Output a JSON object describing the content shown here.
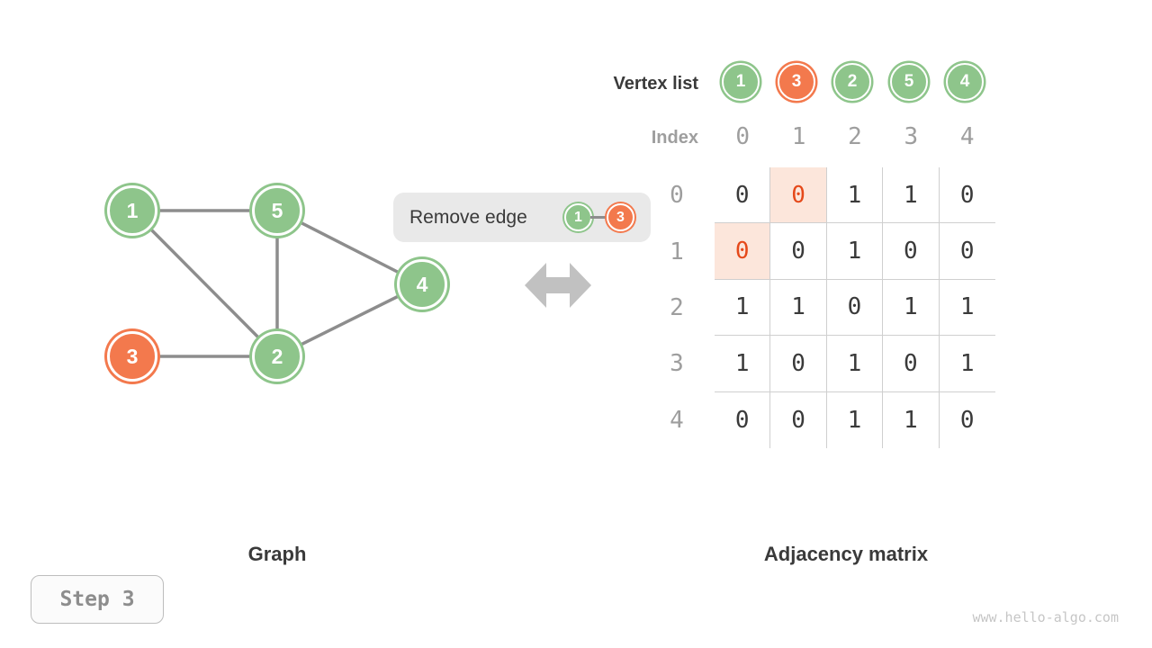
{
  "colors": {
    "green": "#8ec58b",
    "orange": "#f3794d",
    "red": "#e5491a",
    "highlight_bg": "#fce6db",
    "edge_gray": "#8d8d8d",
    "arrow_gray": "#c1c1c1",
    "chip_bg": "#e9e9e9",
    "grid_line": "#cfcfcf",
    "text_dark": "#3a3a3a",
    "text_gray": "#9e9e9e",
    "step_border": "#bdbdbd",
    "step_bg": "#fbfbfb",
    "step_text": "#8d8d8d",
    "watermark_gray": "#c6c6c6"
  },
  "graph": {
    "title": "Graph",
    "vertices": [
      {
        "label": "1",
        "color": "green"
      },
      {
        "label": "5",
        "color": "green"
      },
      {
        "label": "4",
        "color": "green"
      },
      {
        "label": "3",
        "color": "orange"
      },
      {
        "label": "2",
        "color": "green"
      }
    ],
    "edges": [
      [
        "1",
        "5"
      ],
      [
        "1",
        "2"
      ],
      [
        "5",
        "2"
      ],
      [
        "5",
        "4"
      ],
      [
        "3",
        "2"
      ],
      [
        "2",
        "4"
      ]
    ]
  },
  "operation": {
    "label": "Remove edge",
    "vertex_a": "1",
    "vertex_a_color": "green",
    "vertex_b": "3",
    "vertex_b_color": "orange"
  },
  "matrix_panel": {
    "title": "Adjacency matrix",
    "vertex_list_label": "Vertex list",
    "index_label": "Index",
    "vertex_list": [
      "1",
      "3",
      "2",
      "5",
      "4"
    ],
    "vertex_list_colors": [
      "green",
      "orange",
      "green",
      "green",
      "green"
    ],
    "index": [
      "0",
      "1",
      "2",
      "3",
      "4"
    ],
    "row_labels": [
      "0",
      "1",
      "2",
      "3",
      "4"
    ],
    "rows": [
      [
        "0",
        "0",
        "1",
        "1",
        "0"
      ],
      [
        "0",
        "0",
        "1",
        "0",
        "0"
      ],
      [
        "1",
        "1",
        "0",
        "1",
        "1"
      ],
      [
        "1",
        "0",
        "1",
        "0",
        "1"
      ],
      [
        "0",
        "0",
        "1",
        "1",
        "0"
      ]
    ],
    "highlighted_cells": [
      [
        0,
        1
      ],
      [
        1,
        0
      ]
    ]
  },
  "step_label": "Step 3",
  "watermark": "www.hello-algo.com"
}
